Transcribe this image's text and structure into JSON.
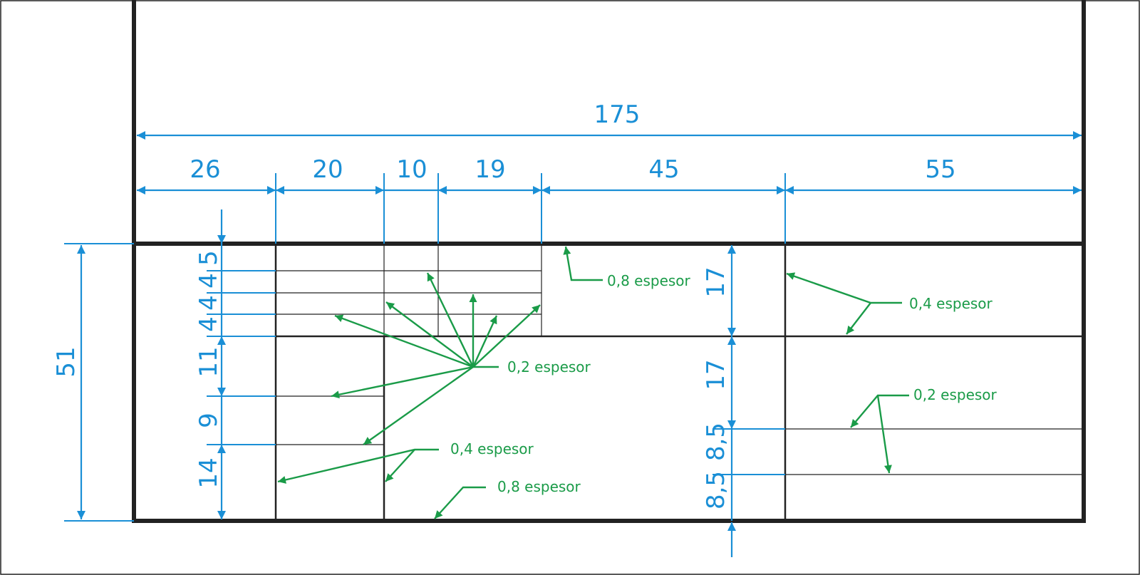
{
  "colors": {
    "frame": "#222222",
    "dimension": "#1a8fd6",
    "annotation": "#1a9b48"
  },
  "dimensions": {
    "total_width": "175",
    "col_26": "26",
    "col_20": "20",
    "col_10": "10",
    "col_19": "19",
    "col_45": "45",
    "col_55": "55",
    "total_height": "51",
    "left_5": "5",
    "left_4a": "4",
    "left_4b": "4",
    "left_4c": "4",
    "left_11": "11",
    "left_9": "9",
    "left_14": "14",
    "mid_17a": "17",
    "mid_17b": "17",
    "mid_8_5a": "8,5",
    "mid_8_5b": "8,5"
  },
  "annotations": {
    "thick_08_top": "0,8 espesor",
    "medium_04_right": "0,4 espesor",
    "thin_02_center": "0,2 espesor",
    "thin_02_right": "0,2 espesor",
    "medium_04_bottom": "0,4 espesor",
    "thick_08_bottom": "0,8 espesor"
  }
}
